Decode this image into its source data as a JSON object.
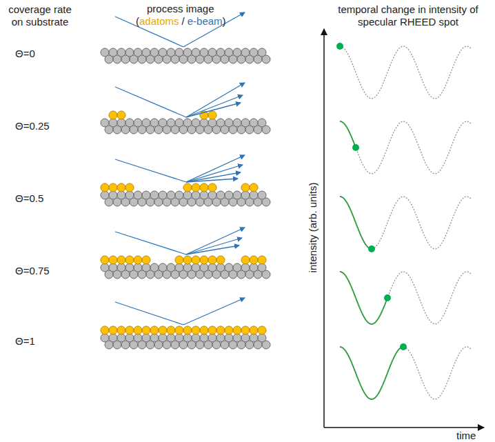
{
  "diagram": {
    "labels": [
      "coverage rate on substrate",
      "process image",
      "(",
      "adatoms",
      "/",
      "e-beam",
      ")",
      "temporal change in intensity of specular RHEED spot",
      "Θ=0",
      "Θ=0.25",
      "Θ=0.5",
      "Θ=0.75",
      "Θ=1",
      "intensity (arb. units)",
      "time"
    ]
  }
}
